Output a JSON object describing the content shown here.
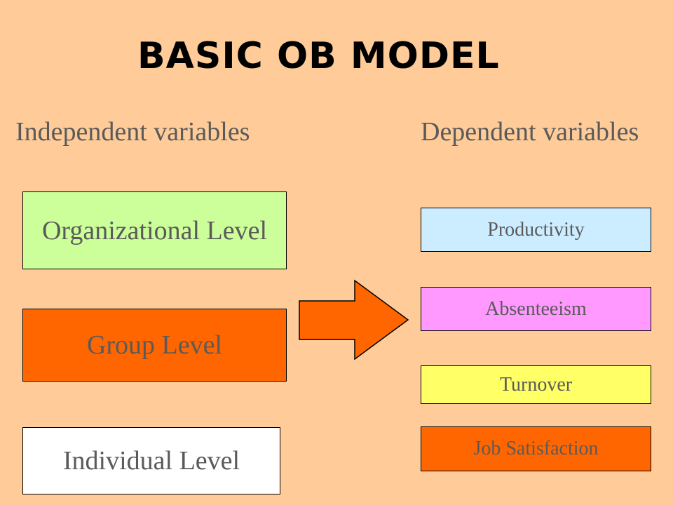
{
  "title": "BASIC OB MODEL",
  "headings": {
    "independent": "Independent variables",
    "dependent": "Dependent variables"
  },
  "independent_boxes": [
    {
      "label": "Organizational Level",
      "color": "#CCFF99"
    },
    {
      "label": "Group Level",
      "color": "#FF6600"
    },
    {
      "label": "Individual Level",
      "color": "#FFFFFF"
    }
  ],
  "dependent_boxes": [
    {
      "label": "Productivity",
      "color": "#CCECFF"
    },
    {
      "label": "Absenteeism",
      "color": "#FF99FF"
    },
    {
      "label": "Turnover",
      "color": "#FFFF66"
    },
    {
      "label": "Job Satisfaction",
      "color": "#FF6600"
    }
  ],
  "colors": {
    "background": "#FFCC99",
    "arrow": "#FF6600",
    "text": "#5A5A5A"
  }
}
